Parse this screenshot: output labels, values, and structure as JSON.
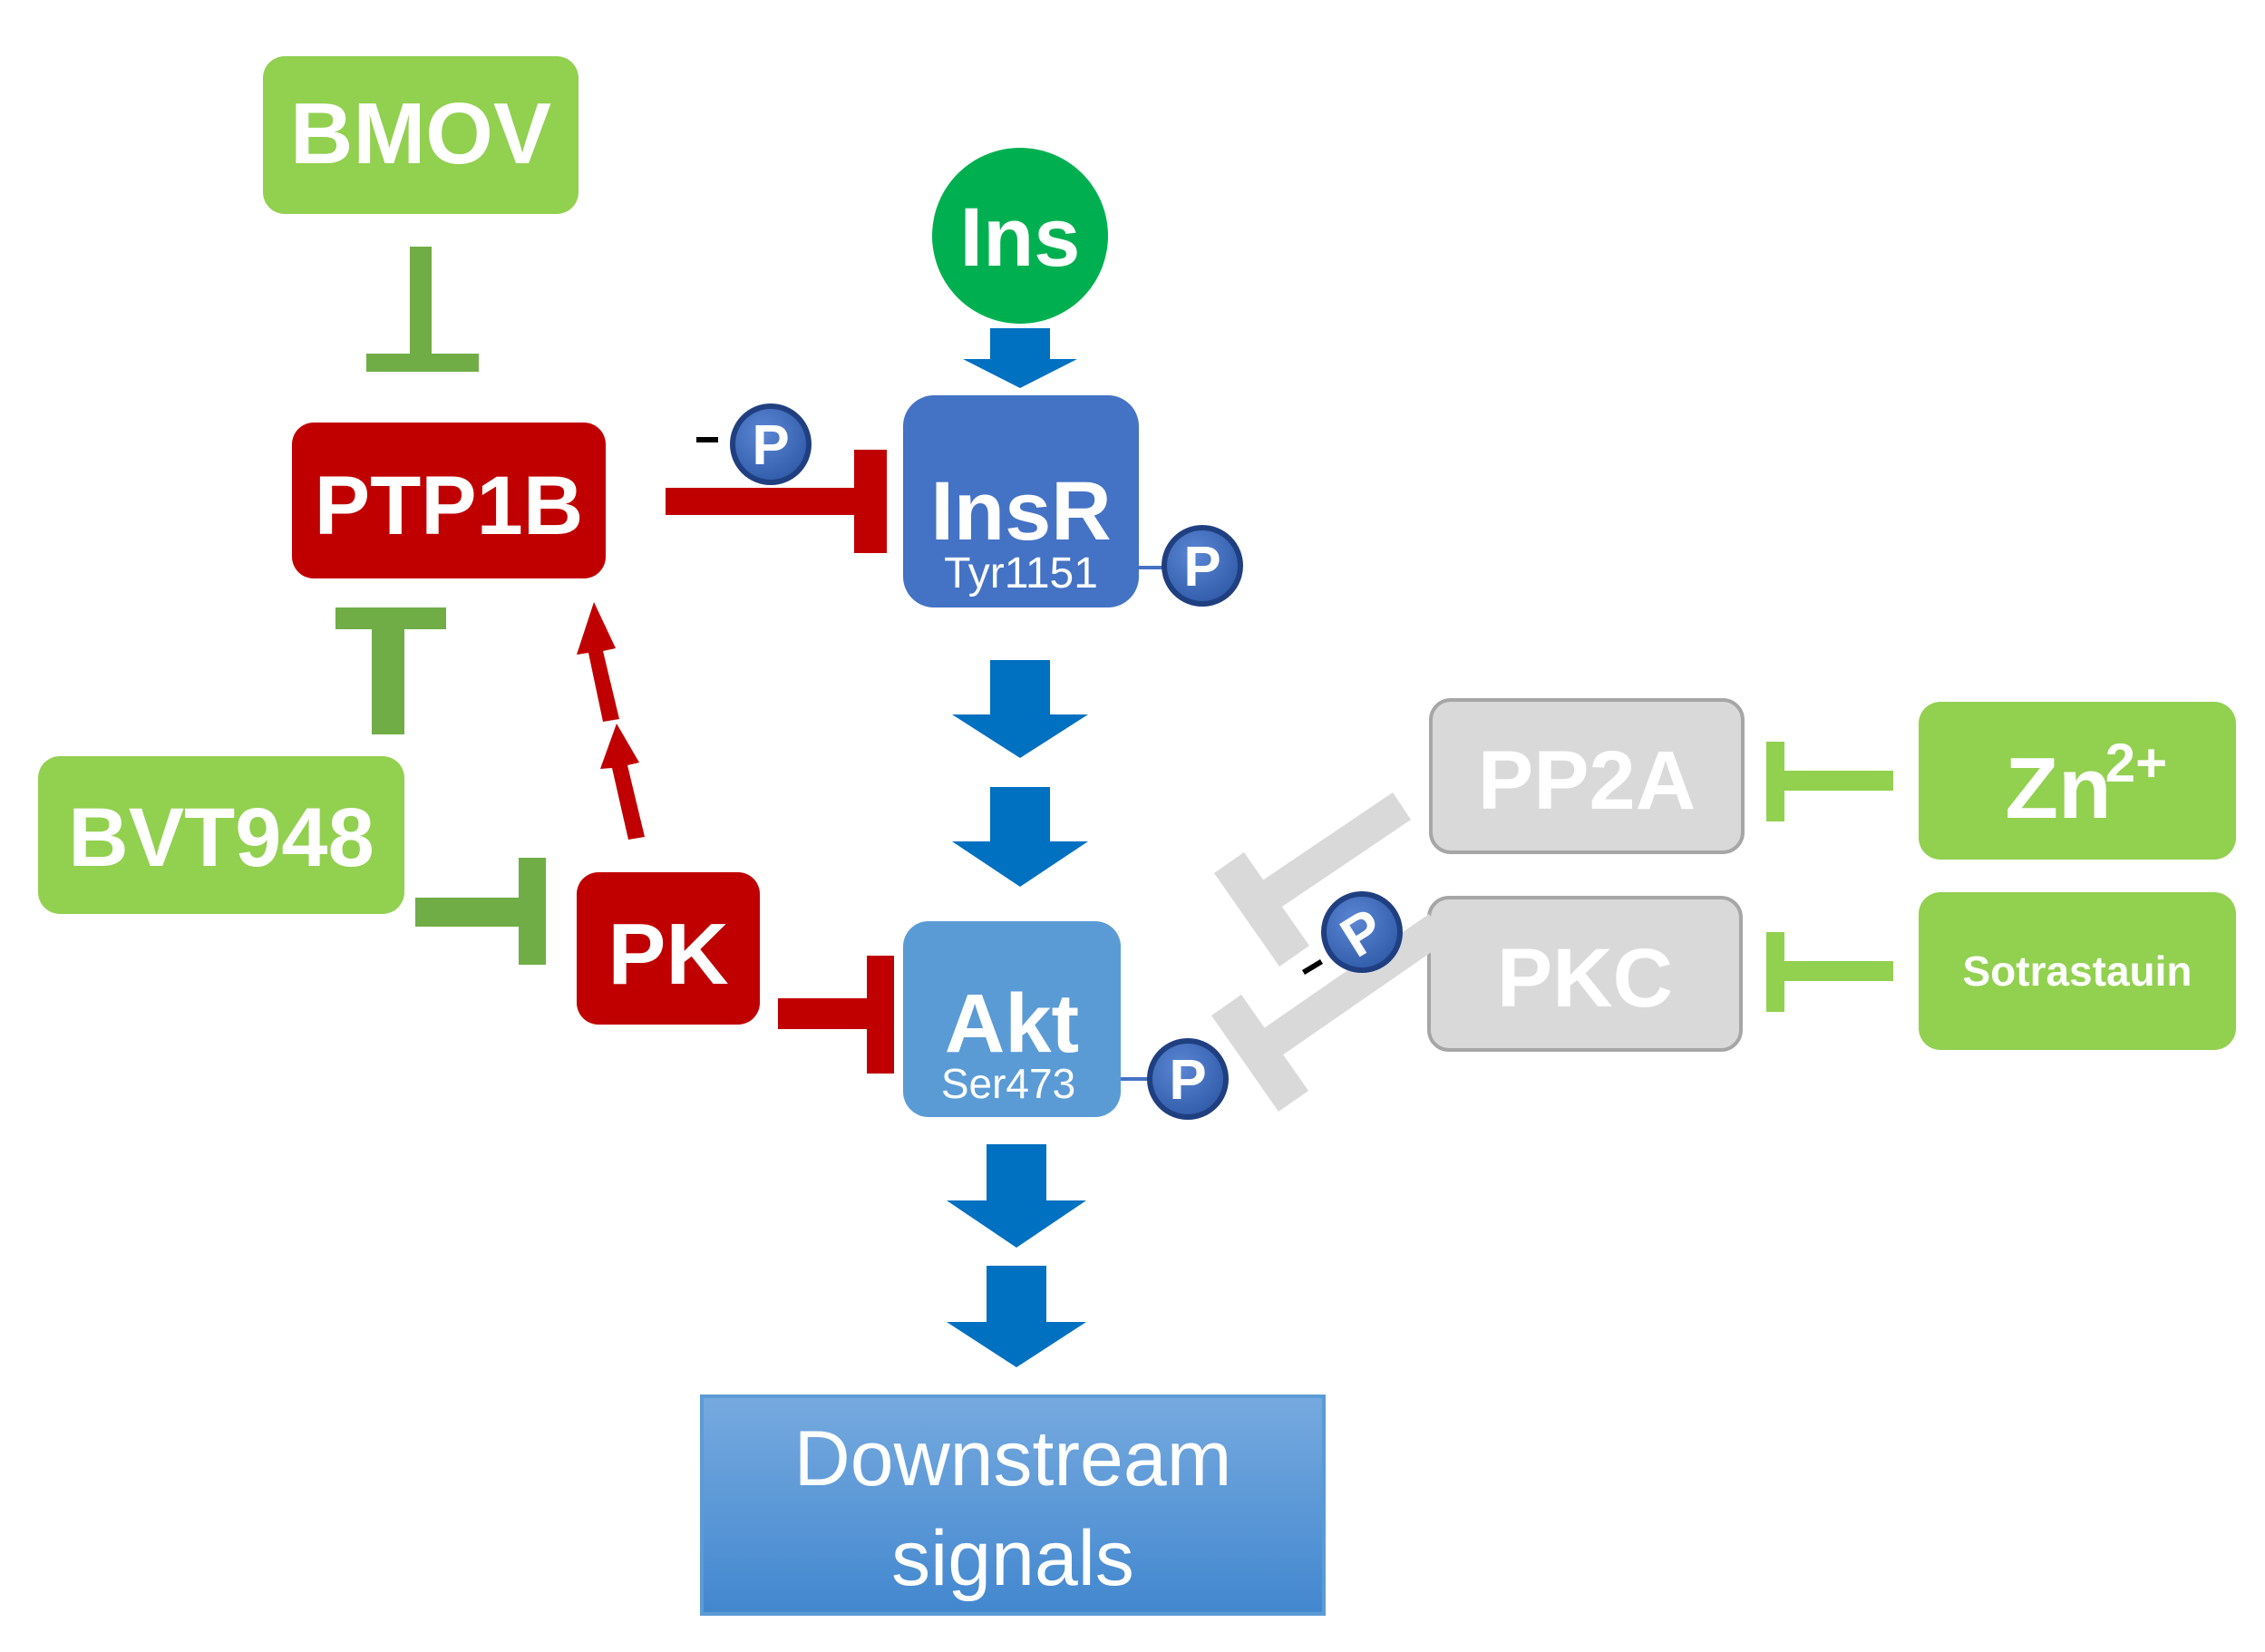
{
  "nodes": {
    "bmov": "BMOV",
    "ptp1b": "PTP1B",
    "bvt948": "BVT948",
    "pk": "PK",
    "ins": "Ins",
    "insr": "InsR",
    "insr_site": "Tyr1151",
    "akt": "Akt",
    "akt_site": "Ser473",
    "pp2a": "PP2A",
    "pkc": "PKC",
    "zn": "Zn",
    "zn_charge": "2+",
    "sotrastauin": "Sotrastauin",
    "downstream_line1": "Downstream",
    "downstream_line2": "signals"
  },
  "phospho": {
    "label": "P",
    "minus": "-"
  },
  "colors": {
    "green_light": "#92D050",
    "green_dark": "#70AD47",
    "green_ins": "#00B050",
    "red": "#C00000",
    "blue_dark": "#4472C4",
    "blue_mid": "#5B9BD5",
    "blue_arrow": "#0070C0",
    "gray_box": "#D9D9D9",
    "gray_border": "#A6A6A6",
    "gray_inhib": "#D9D9D9"
  }
}
